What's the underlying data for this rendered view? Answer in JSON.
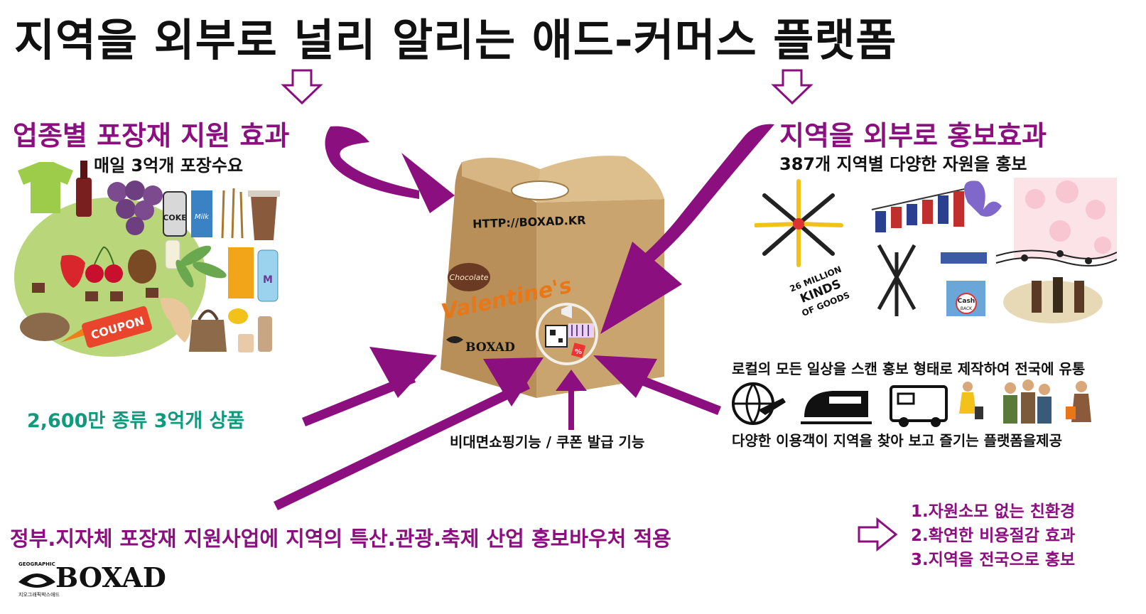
{
  "title": "지역을 외부로 널리 알리는 애드-커머스 플랫폼",
  "left": {
    "heading": "업종별 포장재 지원 효과",
    "subheading": "매일 3억개 포장수요",
    "items": {
      "coke": "COKE",
      "milk": "Milk",
      "coupon": "COUPON",
      "juice": "M"
    }
  },
  "right": {
    "heading": "지역을 외부로 홍보효과",
    "subheading": "387개 지역별 다양한 자원을 홍보",
    "badge_lines": [
      "26 MILLION",
      "KINDS",
      "OF GOODS"
    ],
    "cashback": [
      "Cash",
      "BACK"
    ]
  },
  "box": {
    "url": "HTTP://BOXAD.KR",
    "chocolate": "Chocolate",
    "valentine": "Valentine's",
    "brand": "BOXAD",
    "discount": "%"
  },
  "center_caption": "비대면쇼핑기능 / 쿠폰 발급 기능",
  "left_stat": "2,600만 종류 3억개 상품",
  "transport_top": "로컬의 모든 일상을 스캔 홍보 형태로 제작하여 전국에 유통",
  "transport_bottom": "다양한 이용객이 지역을 찾아 보고 즐기는 플랫폼을제공",
  "bottom_line": "정부.지자체 포장재 지원사업에 지역의 특산.관광.축제 산업 홍보바우처 적용",
  "benefits": [
    "1.자원소모 없는 친환경",
    "2.확연한 비용절감 효과",
    "3.지역을 전국으로 홍보"
  ],
  "footer_logo": {
    "brand": "BOXAD",
    "small_top": "GEOGRAPHIC",
    "small_bottom": "지오그래픽박스애드"
  },
  "colors": {
    "accent": "#8b0f7e",
    "teal": "#0f9a7d",
    "box": "#c9a56e",
    "text": "#111111"
  }
}
